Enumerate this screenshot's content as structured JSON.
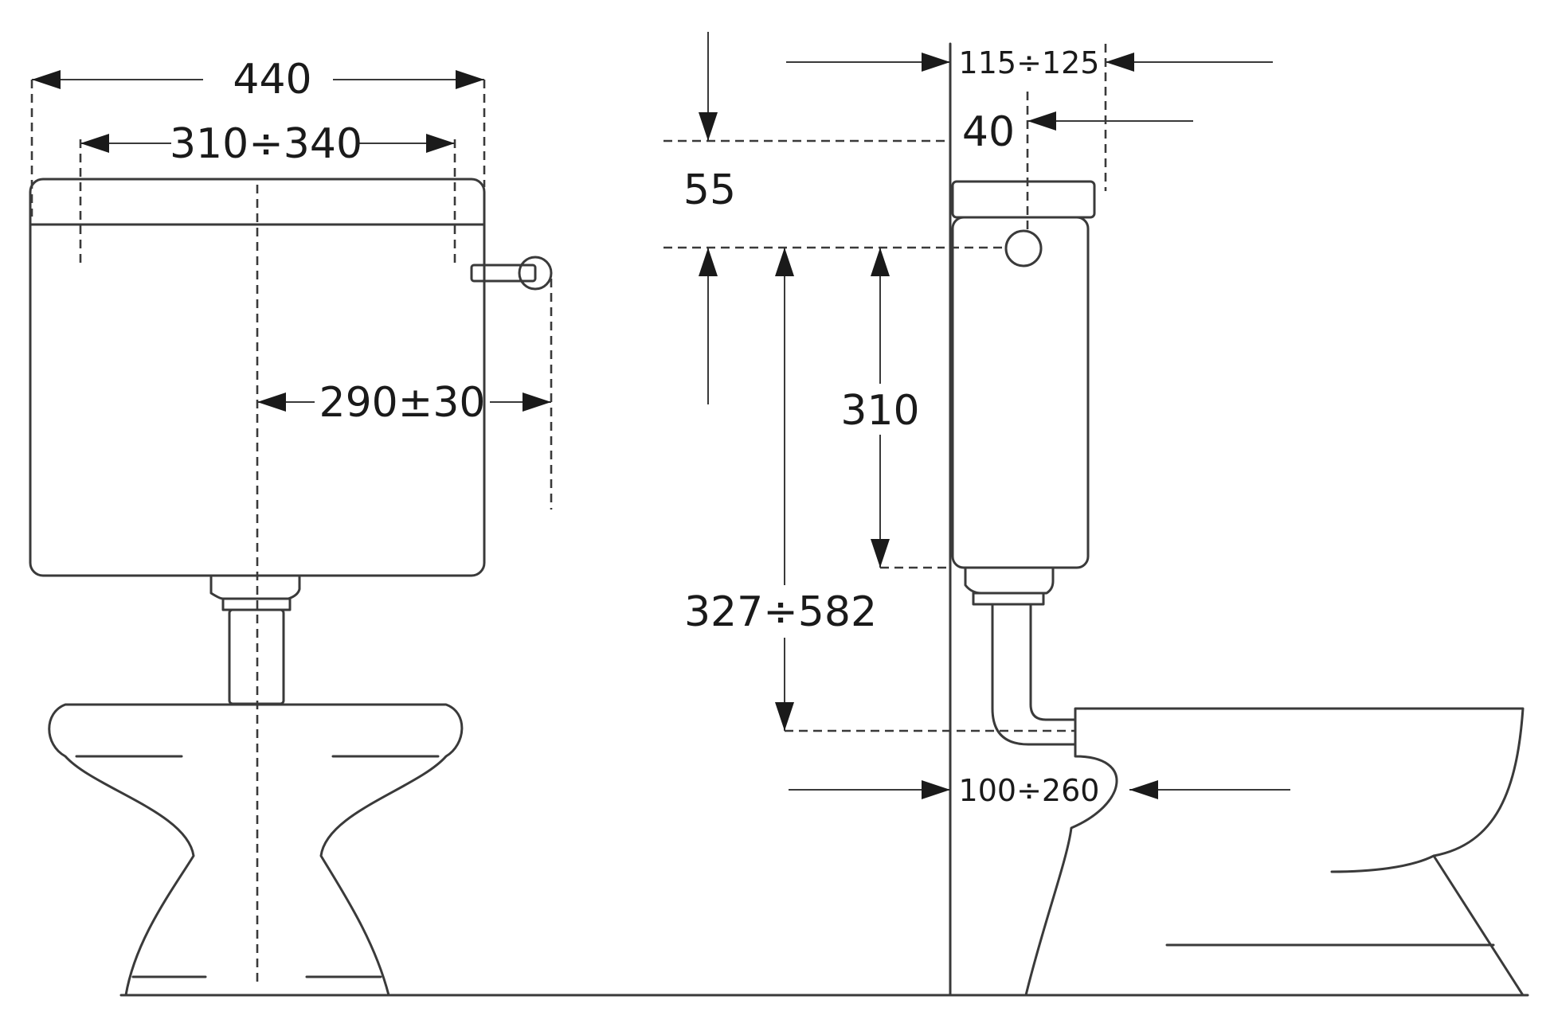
{
  "dimensions": {
    "total_width": "440",
    "fixing_centres": "310÷340",
    "lever_offset": "290±30",
    "cistern_depth": "115÷125",
    "lever_depth": "40",
    "top_offset": "55",
    "lever_height": "310",
    "outlet_height": "327÷582",
    "wall_distance": "100÷260"
  },
  "colors": {
    "line": "#3a3a3a",
    "text": "#1a1a1a",
    "background": "#ffffff"
  }
}
